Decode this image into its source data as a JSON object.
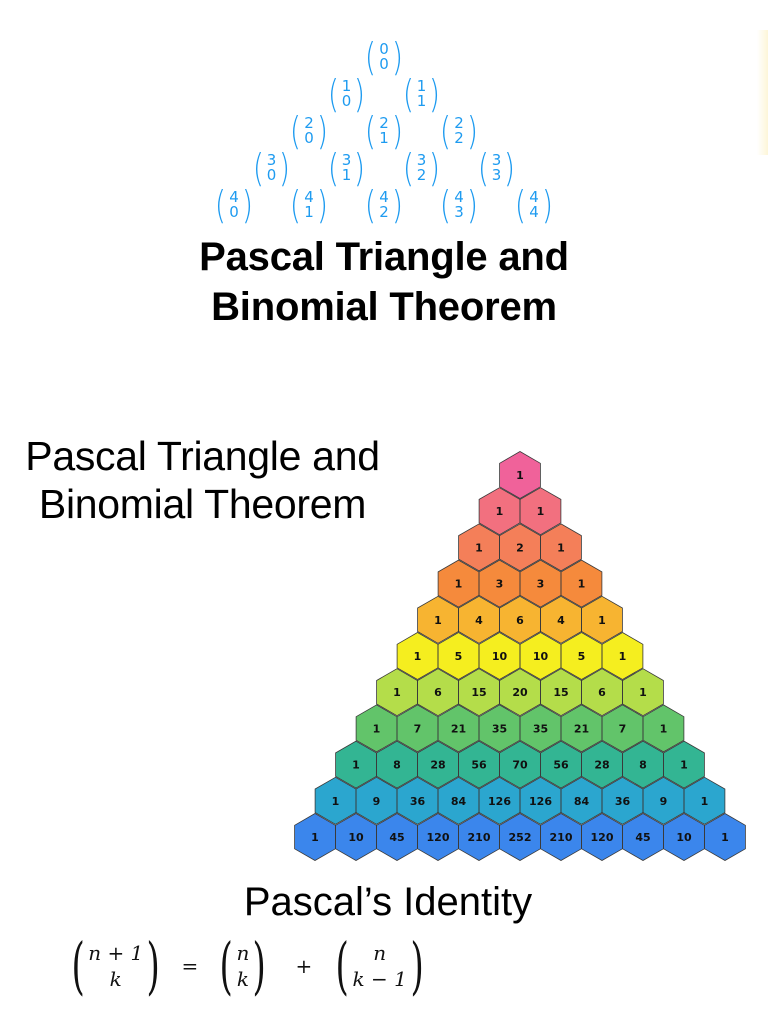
{
  "binomial_triangle": {
    "color": "#1e9bf0",
    "rows": [
      [
        [
          "0",
          "0"
        ]
      ],
      [
        [
          "1",
          "0"
        ],
        [
          "1",
          "1"
        ]
      ],
      [
        [
          "2",
          "0"
        ],
        [
          "2",
          "1"
        ],
        [
          "2",
          "2"
        ]
      ],
      [
        [
          "3",
          "0"
        ],
        [
          "3",
          "1"
        ],
        [
          "3",
          "2"
        ],
        [
          "3",
          "3"
        ]
      ],
      [
        [
          "4",
          "0"
        ],
        [
          "4",
          "1"
        ],
        [
          "4",
          "2"
        ],
        [
          "4",
          "3"
        ],
        [
          "4",
          "4"
        ]
      ]
    ]
  },
  "top_title": {
    "line1": "Pascal Triangle and",
    "line2": "Binomial Theorem"
  },
  "left_title": {
    "line1": "Pascal Triangle and",
    "line2": "Binomial Theorem"
  },
  "hex_triangle": {
    "rows": [
      [
        "1"
      ],
      [
        "1",
        "1"
      ],
      [
        "1",
        "2",
        "1"
      ],
      [
        "1",
        "3",
        "3",
        "1"
      ],
      [
        "1",
        "4",
        "6",
        "4",
        "1"
      ],
      [
        "1",
        "5",
        "10",
        "10",
        "5",
        "1"
      ],
      [
        "1",
        "6",
        "15",
        "20",
        "15",
        "6",
        "1"
      ],
      [
        "1",
        "7",
        "21",
        "35",
        "35",
        "21",
        "7",
        "1"
      ],
      [
        "1",
        "8",
        "28",
        "56",
        "70",
        "56",
        "28",
        "8",
        "1"
      ],
      [
        "1",
        "9",
        "36",
        "84",
        "126",
        "126",
        "84",
        "36",
        "9",
        "1"
      ],
      [
        "1",
        "10",
        "45",
        "120",
        "210",
        "252",
        "210",
        "120",
        "45",
        "10",
        "1"
      ]
    ],
    "row_colors": [
      "#f0629a",
      "#f2707f",
      "#f47f59",
      "#f58a3c",
      "#f7b431",
      "#f5ee1f",
      "#b4dd4a",
      "#62c46a",
      "#33b593",
      "#2ba6cf",
      "#3b86ec"
    ],
    "stroke_color": "#3a3a3a"
  },
  "identity_title": "Pascal’s Identity",
  "formula": {
    "lhs_top": "n + 1",
    "lhs_bottom": "k",
    "equals": "=",
    "t1_top": "n",
    "t1_bottom": "k",
    "plus": "+",
    "t2_top": "n",
    "t2_bottom": "k − 1"
  }
}
